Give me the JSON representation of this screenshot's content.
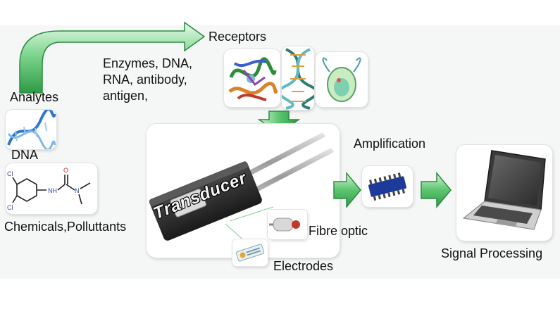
{
  "analytes": {
    "heading": "Analytes",
    "dna_label": "DNA",
    "chemicals_label": "Chemicals,Polluttants",
    "molecule_atoms": [
      "Cl",
      "Cl",
      "NH",
      "N",
      "O"
    ]
  },
  "receptors": {
    "heading": "Receptors",
    "list_line1": "Enzymes, DNA,",
    "list_line2": "RNA, antibody,",
    "list_line3": "antigen,"
  },
  "transducer": {
    "device_text": "Transducer",
    "fibre_optic_label": "Fibre optic",
    "electrodes_label": "Electrodes"
  },
  "amplification": {
    "label": "Amplification"
  },
  "signal_processing": {
    "label": "Signal Processing"
  },
  "colors": {
    "arrow_fill": "#3fb55a",
    "arrow_light": "#bdeec5",
    "arrow_stroke": "#2e8a41",
    "chip_blue": "#1c3a9a",
    "device_dark": "#2b2b2b"
  }
}
